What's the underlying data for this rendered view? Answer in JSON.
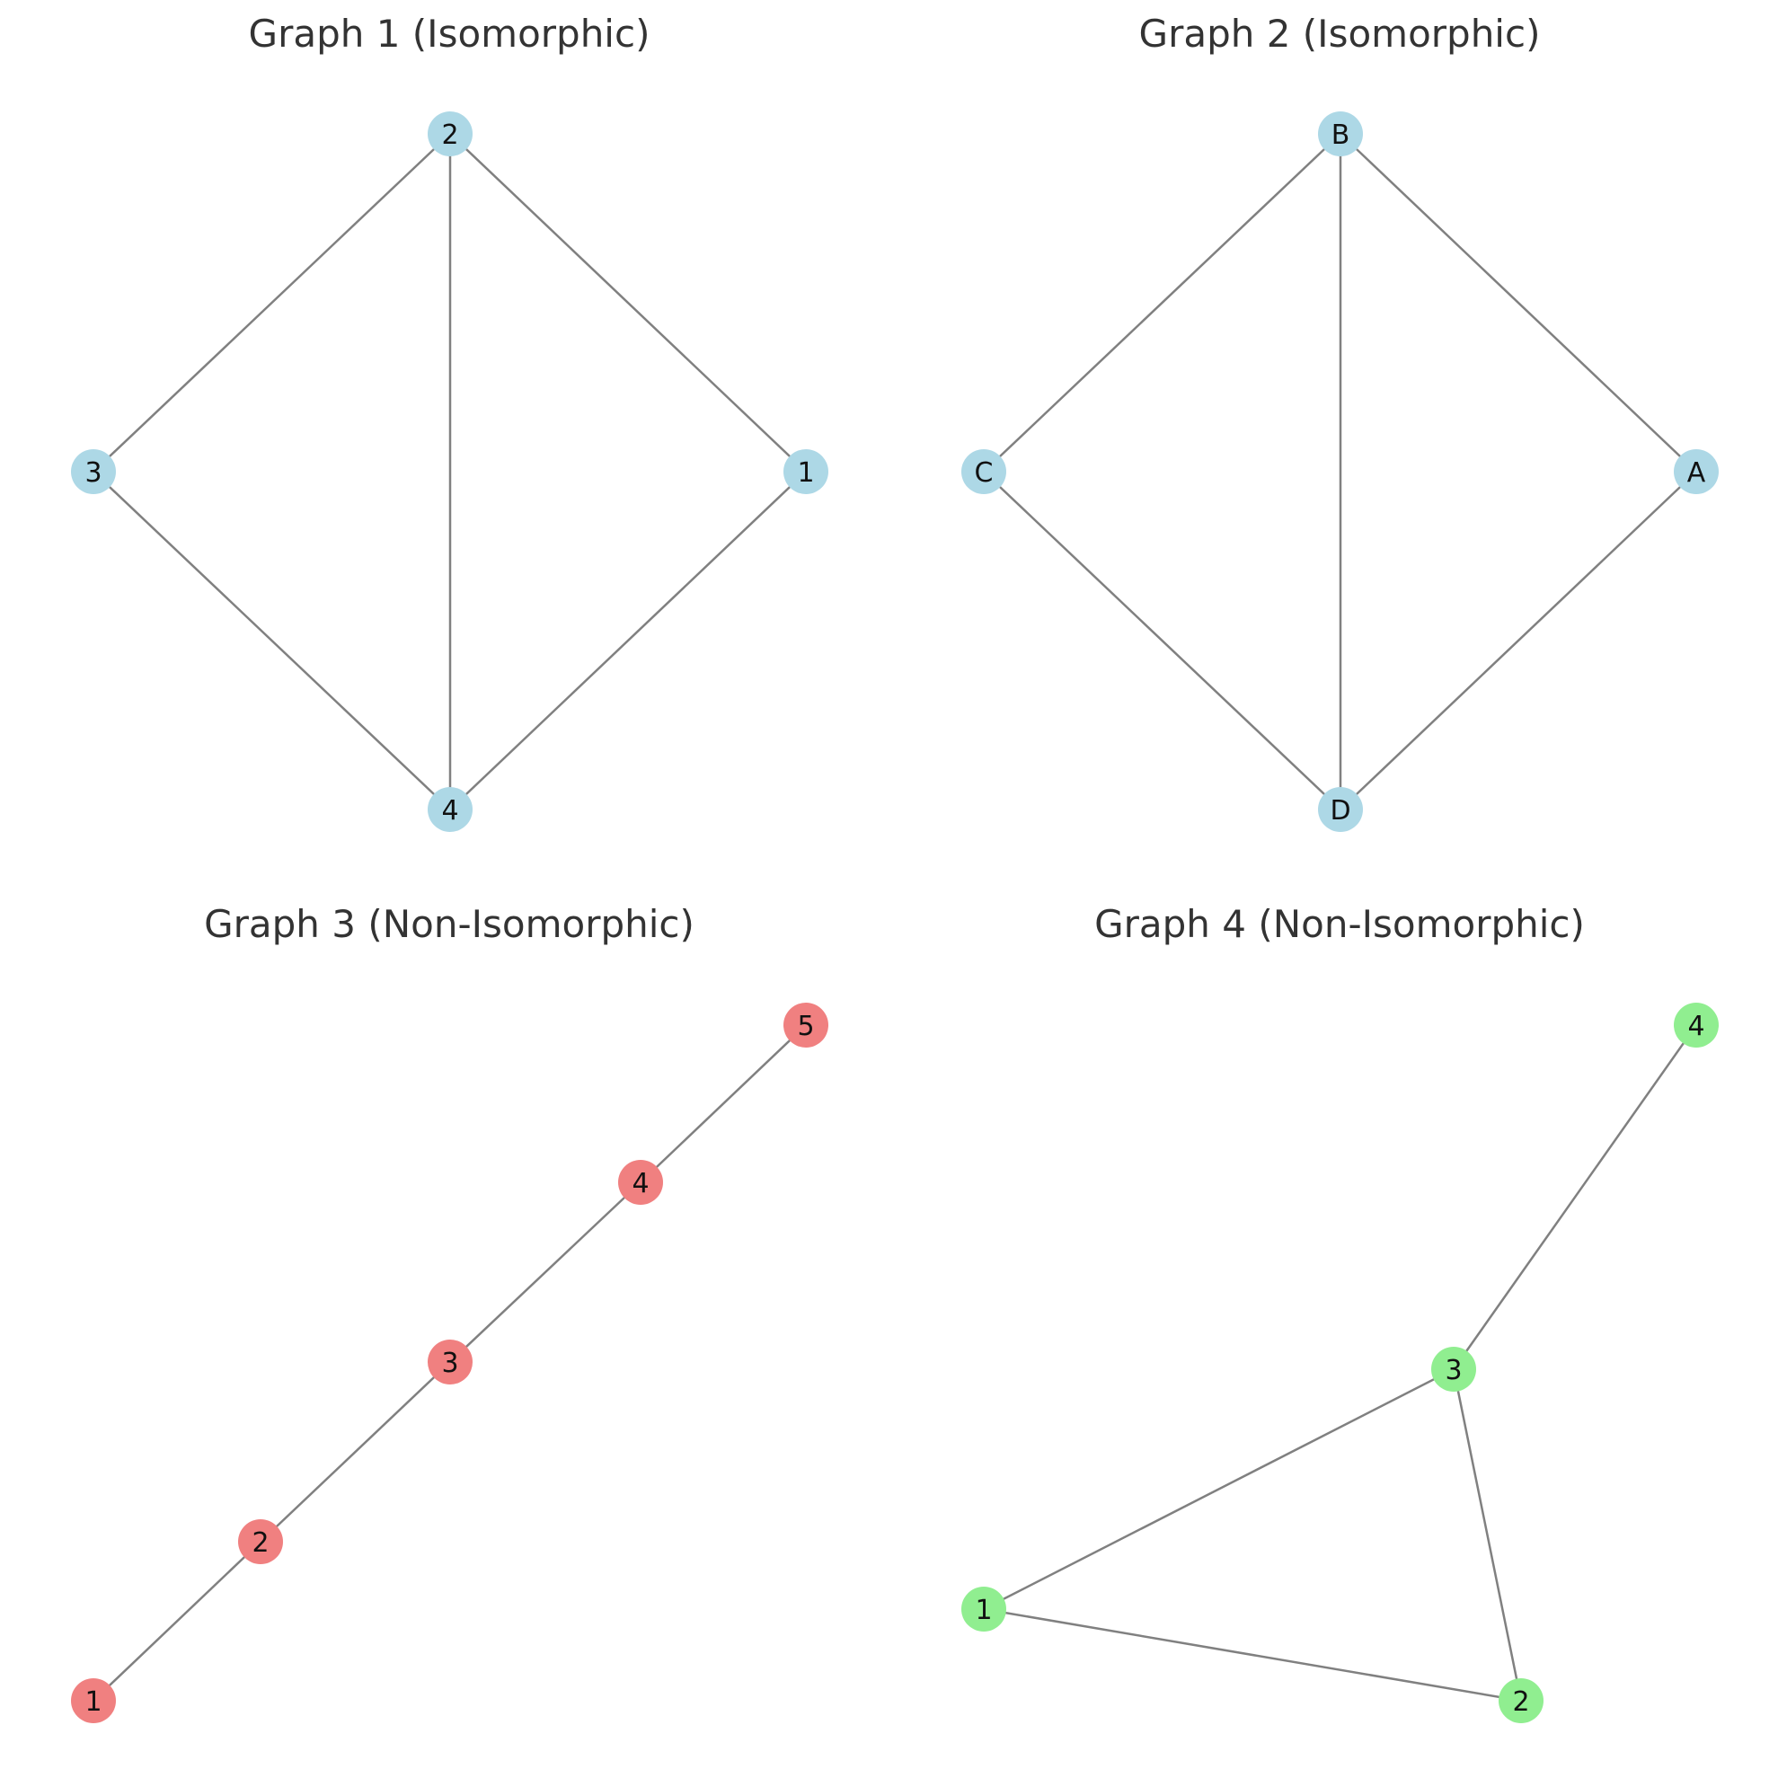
{
  "colors": {
    "blue": "#add8e6",
    "red": "#f08080",
    "green": "#90ee90",
    "edge": "#808080",
    "title": "#333333"
  },
  "graphs": [
    {
      "title": "Graph 1 (Isomorphic)",
      "color": "#add8e6",
      "nodes": [
        "1",
        "2",
        "3",
        "4"
      ],
      "edges": [
        [
          "2",
          "3"
        ],
        [
          "2",
          "4"
        ],
        [
          "2",
          "1"
        ],
        [
          "3",
          "4"
        ],
        [
          "1",
          "4"
        ]
      ]
    },
    {
      "title": "Graph 2 (Isomorphic)",
      "color": "#add8e6",
      "nodes": [
        "A",
        "B",
        "C",
        "D"
      ],
      "edges": [
        [
          "B",
          "C"
        ],
        [
          "B",
          "D"
        ],
        [
          "B",
          "A"
        ],
        [
          "C",
          "D"
        ],
        [
          "A",
          "D"
        ]
      ]
    },
    {
      "title": "Graph 3 (Non-Isomorphic)",
      "color": "#f08080",
      "nodes": [
        "1",
        "2",
        "3",
        "4",
        "5"
      ],
      "edges": [
        [
          "1",
          "2"
        ],
        [
          "2",
          "3"
        ],
        [
          "3",
          "4"
        ],
        [
          "4",
          "5"
        ]
      ]
    },
    {
      "title": "Graph 4 (Non-Isomorphic)",
      "color": "#90ee90",
      "nodes": [
        "1",
        "2",
        "3",
        "4"
      ],
      "edges": [
        [
          "1",
          "2"
        ],
        [
          "1",
          "3"
        ],
        [
          "2",
          "3"
        ],
        [
          "3",
          "4"
        ]
      ]
    }
  ]
}
